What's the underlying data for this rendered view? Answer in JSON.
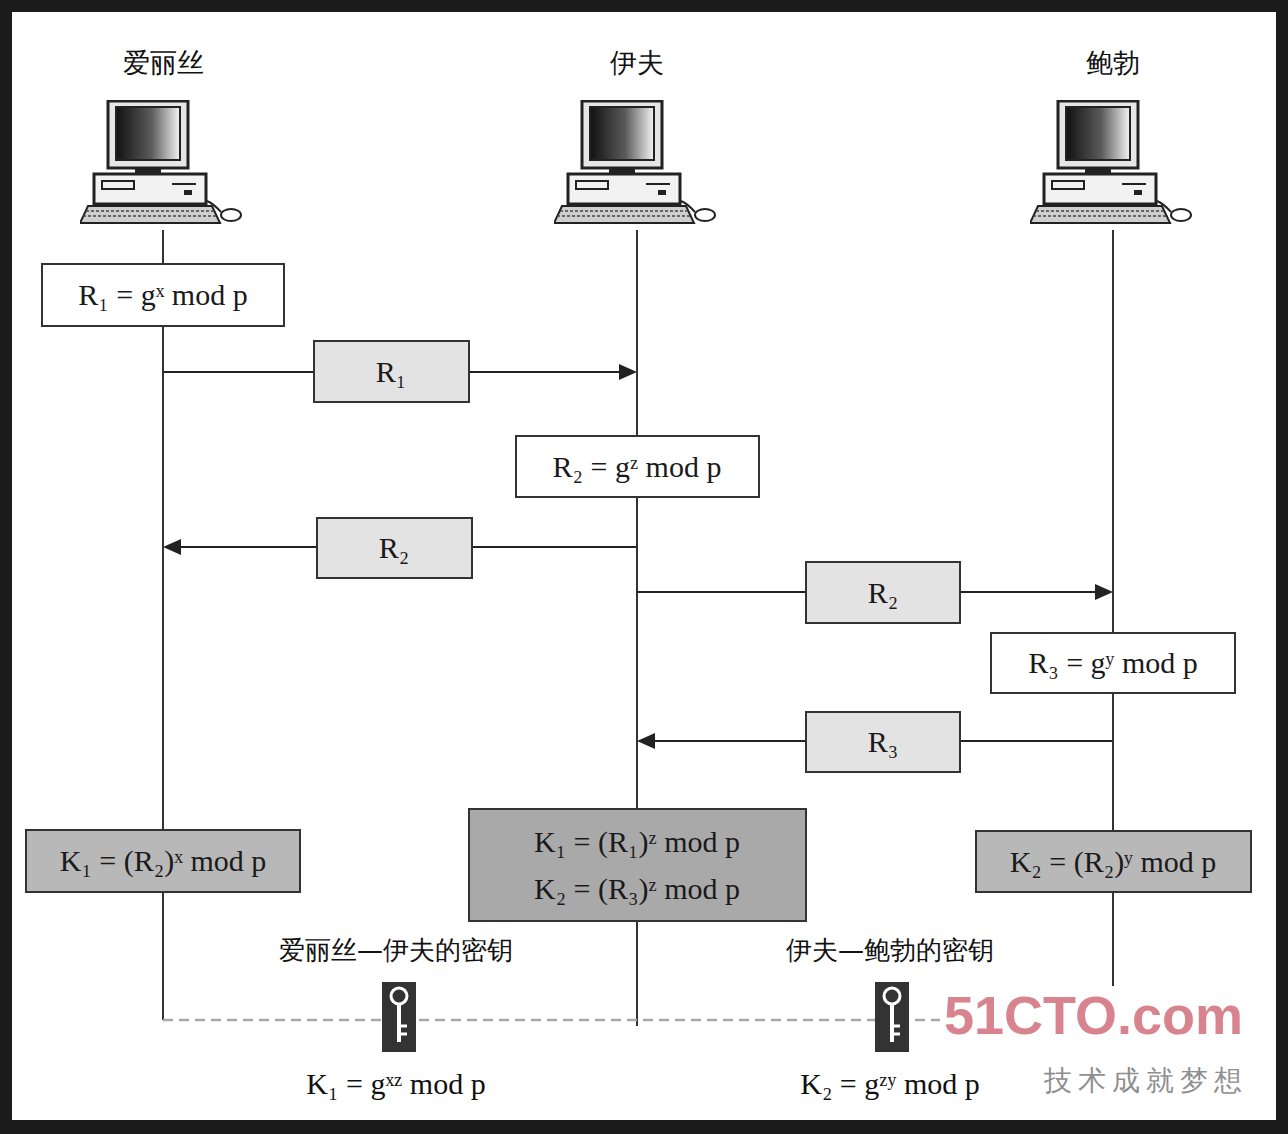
{
  "diagram": {
    "nodes": [
      {
        "text": [
          "爱丽丝"
        ]
      },
      {
        "text": [
          "伊夫"
        ]
      },
      {
        "text": [
          "鲍勃"
        ]
      },
      {
        "text": [
          "R₁ = gˣ mod p"
        ]
      },
      {
        "text": [
          "R₁"
        ]
      },
      {
        "text": [
          "R₂ = gᶻ mod p"
        ]
      },
      {
        "text": [
          "R₂"
        ]
      },
      {
        "text": [
          "R₂"
        ]
      },
      {
        "text": [
          "R₃ = gʸ mod p"
        ]
      },
      {
        "text": [
          "R₃"
        ]
      },
      {
        "text": [
          "K₁ = (R₂)ˣ mod p"
        ]
      },
      {
        "text": [
          "K₁ = (R₁)ᶻ mod p",
          "K₂ = (R₃)ᶻ mod p"
        ]
      },
      {
        "text": [
          "K₂ = (R₂)ʸ mod p"
        ]
      },
      {
        "text": [
          "爱丽丝—伊夫的密钥",
          "K₁ = gˣᶻ mod p"
        ]
      },
      {
        "text": [
          "伊夫—鲍勃的密钥",
          "K₂ = gᶻʸ mod p"
        ]
      }
    ],
    "edges": [
      {
        "from": 0,
        "to": 3,
        "arrow": "none"
      },
      {
        "from": 3,
        "to": 10,
        "arrow": "none"
      },
      {
        "from": 1,
        "to": 5,
        "arrow": "none"
      },
      {
        "from": 5,
        "to": 11,
        "arrow": "none"
      },
      {
        "from": 2,
        "to": 8,
        "arrow": "none"
      },
      {
        "from": 8,
        "to": 12,
        "arrow": "none"
      }
    ],
    "labels": [
      "51CTO.com",
      "技术成就梦想"
    ]
  }
}
